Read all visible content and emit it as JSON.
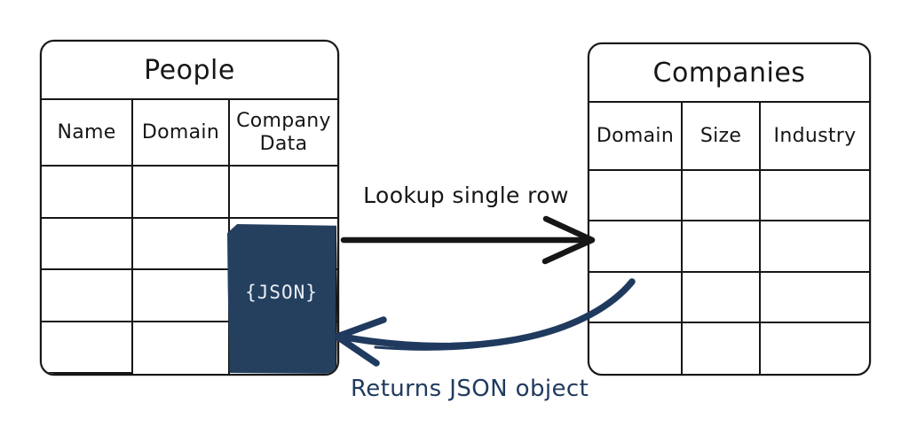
{
  "people_table": {
    "title": "People",
    "columns": [
      "Name",
      "Domain",
      "Company Data"
    ],
    "body_row_count": 4,
    "json_cell_label": "{JSON}"
  },
  "companies_table": {
    "title": "Companies",
    "columns": [
      "Domain",
      "Size",
      "Industry"
    ],
    "body_row_count": 4
  },
  "lookup_arrow_label": "Lookup single row",
  "returns_arrow_label": "Returns JSON object",
  "colors": {
    "ink": "#161616",
    "navy": "#1f3a5e",
    "json_block": "#25405f",
    "json_text": "#e9eff6"
  }
}
